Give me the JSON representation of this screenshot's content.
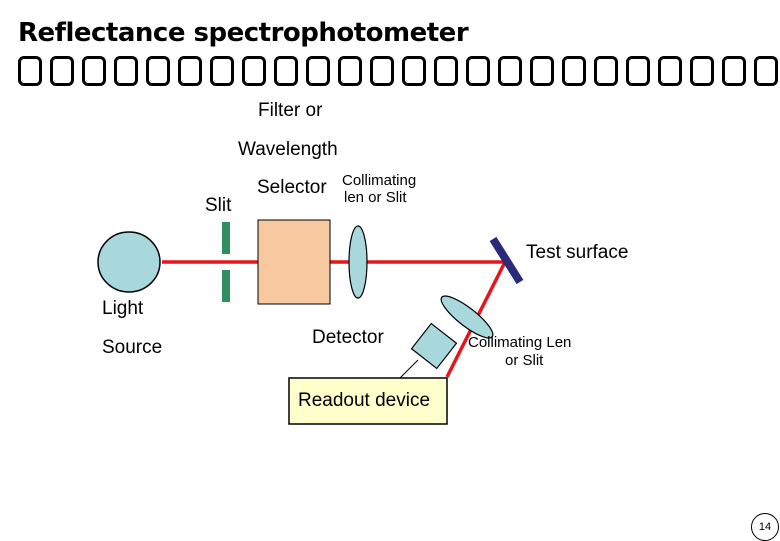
{
  "title": "Reflectance spectrophotometer",
  "garbled_box_count": 24,
  "labels": {
    "filter_line1": "Filter or",
    "filter_line2": "Wavelength",
    "filter_line3": "Selector",
    "slit": "Slit",
    "collimating_top_line1": "Collimating",
    "collimating_top_line2": "len or Slit",
    "test_surface": "Test surface",
    "light": "Light",
    "source": "Source",
    "detector": "Detector",
    "collimating_bottom_line1": "Collimating Len",
    "collimating_bottom_line2": "or Slit",
    "readout_device": "Readout device"
  },
  "page_number": "14",
  "colors": {
    "beam": "#e8141c",
    "slit": "#2f8f5f",
    "source_fill": "#a8d8dc",
    "filter_fill": "#f8c8a0",
    "lens_fill": "#a8d8dc",
    "detector_fill": "#a8d8dc",
    "mirror": "#2a2a7a",
    "readout_fill": "#ffffcc"
  }
}
